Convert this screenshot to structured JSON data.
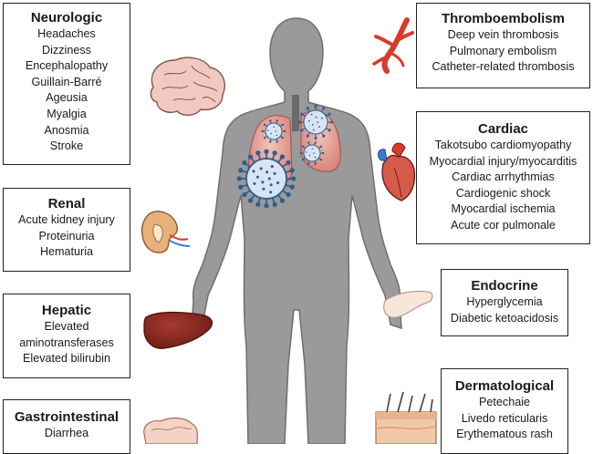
{
  "systems": {
    "neurologic": {
      "title": "Neurologic",
      "items": [
        "Headaches",
        "Dizziness",
        "Encephalopathy",
        "Guillain-Barré",
        "Ageusia",
        "Myalgia",
        "Anosmia",
        "Stroke"
      ]
    },
    "renal": {
      "title": "Renal",
      "items": [
        "Acute kidney injury",
        "Proteinuria",
        "Hematuria"
      ]
    },
    "hepatic": {
      "title": "Hepatic",
      "items": [
        "Elevated",
        "aminotransferases",
        "Elevated bilirubin"
      ]
    },
    "gastrointestinal": {
      "title": "Gastrointestinal",
      "items": [
        "Diarrhea"
      ]
    },
    "thromboembolism": {
      "title": "Thromboembolism",
      "items": [
        "Deep vein thrombosis",
        "Pulmonary embolism",
        "Catheter-related thrombosis"
      ]
    },
    "cardiac": {
      "title": "Cardiac",
      "items": [
        "Takotsubo cardiomyopathy",
        "Myocardial injury/myocarditis",
        "Cardiac arrhythmias",
        "Cardiogenic shock",
        "Myocardial ischemia",
        "Acute cor pulmonale"
      ]
    },
    "endocrine": {
      "title": "Endocrine",
      "items": [
        "Hyperglycemia",
        "Diabetic ketoacidosis"
      ]
    },
    "dermatological": {
      "title": "Dermatological",
      "items": [
        "Petechaie",
        "Livedo reticularis",
        "Erythematous rash"
      ]
    }
  },
  "colors": {
    "body": "#9a9a9a",
    "lung": "#e9a39b",
    "virus": "#2e5f8e",
    "liver": "#8b2a22",
    "vessel": "#d93a2b"
  }
}
